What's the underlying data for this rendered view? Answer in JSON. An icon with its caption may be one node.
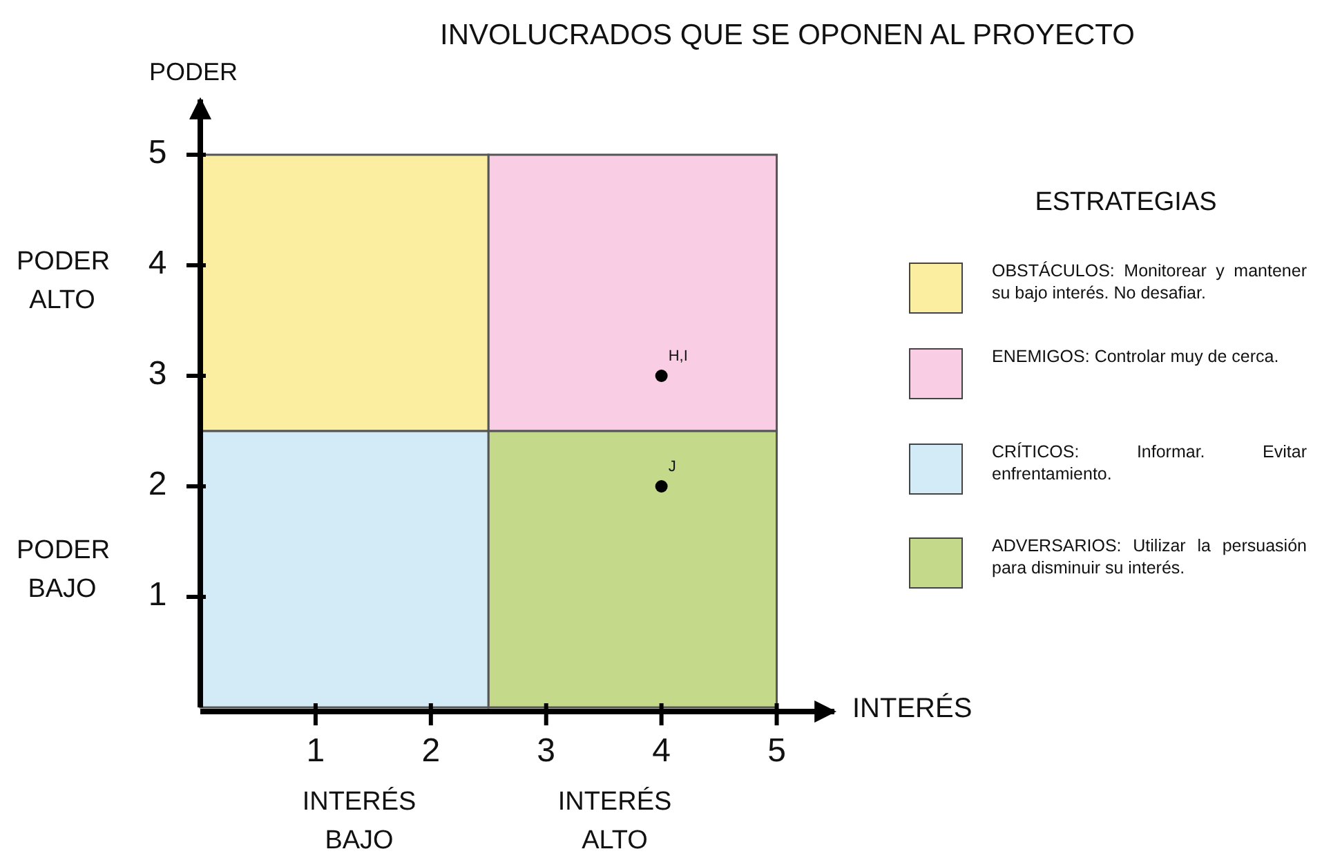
{
  "diagram": {
    "title": "INVOLUCRADOS QUE SE OPONEN AL PROYECTO",
    "nodes": [
      {
        "text": [],
        "shape": "box"
      },
      {
        "text": [],
        "shape": "box"
      },
      {
        "text": [],
        "shape": "box"
      },
      {
        "text": [],
        "shape": "box"
      }
    ],
    "labels": [
      "PODER ALTO",
      "PODER BAJO",
      "INTERÉS BAJO",
      "INTERÉS ALTO",
      "ESTRATEGIAS"
    ],
    "legend": [
      {
        "text": "OBSTÁCULOS: Monitorear y mantener su bajo interés. No desafiar.",
        "color": "#fbeea0"
      },
      {
        "text": "ENEMIGOS: Controlar muy de cerca.",
        "color": "#f9cde3"
      },
      {
        "text": "CRÍTICOS: Informar. Evitar enfrentamiento.",
        "color": "#d3eaf7"
      },
      {
        "text": "ADVERSARIOS: Utilizar la persuasión para disminuir su interés.",
        "color": "#c5d98a"
      }
    ],
    "chart_data": {
      "type": "scatter",
      "xlabel": "INTERÉS",
      "ylabel": "PODER",
      "xlim": [
        0,
        5.5
      ],
      "ylim": [
        0,
        5.5
      ],
      "xticks": [
        1,
        2,
        3,
        4,
        5
      ],
      "yticks": [
        1,
        2,
        3,
        4,
        5
      ],
      "x": [
        4,
        4
      ],
      "series": [
        {
          "color": "#000000",
          "values": [
            3,
            2
          ]
        }
      ],
      "annotations": [
        {
          "x": 4,
          "y": 3,
          "text": "H,I"
        },
        {
          "x": 4,
          "y": 2,
          "text": "J"
        }
      ]
    }
  }
}
